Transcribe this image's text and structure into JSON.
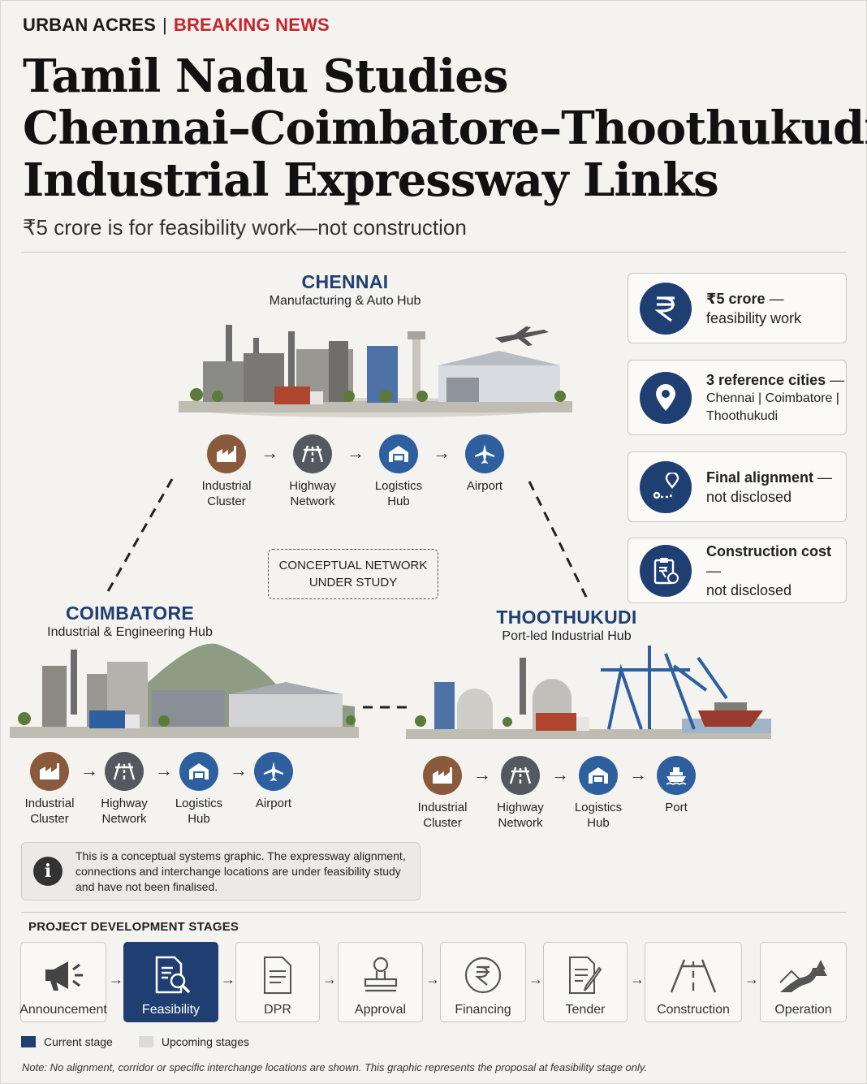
{
  "header": {
    "brand": "URBAN ACRES",
    "separator": "|",
    "breaking": "BREAKING NEWS",
    "headline_lines": [
      "Tamil Nadu Studies",
      "Chennai–Coimbatore–Thoothukudi",
      "Industrial Expressway Links"
    ],
    "dek": "₹5 crore is for feasibility work—not construction"
  },
  "cities": {
    "chennai": {
      "name": "CHENNAI",
      "sub": "Manufacturing & Auto Hub",
      "nodes": [
        {
          "label": "Industrial\nCluster",
          "icon": "factory-icon"
        },
        {
          "label": "Highway\nNetwork",
          "icon": "highway-icon"
        },
        {
          "label": "Logistics\nHub",
          "icon": "warehouse-icon"
        },
        {
          "label": "Airport",
          "icon": "airplane-icon"
        }
      ]
    },
    "coimbatore": {
      "name": "COIMBATORE",
      "sub": "Industrial & Engineering Hub",
      "nodes": [
        {
          "label": "Industrial\nCluster",
          "icon": "factory-icon"
        },
        {
          "label": "Highway\nNetwork",
          "icon": "highway-icon"
        },
        {
          "label": "Logistics\nHub",
          "icon": "warehouse-icon"
        },
        {
          "label": "Airport",
          "icon": "airplane-icon"
        }
      ]
    },
    "thoothukudi": {
      "name": "THOOTHUKUDI",
      "sub": "Port-led Industrial Hub",
      "nodes": [
        {
          "label": "Industrial\nCluster",
          "icon": "factory-icon"
        },
        {
          "label": "Highway\nNetwork",
          "icon": "highway-icon"
        },
        {
          "label": "Logistics\nHub",
          "icon": "warehouse-icon"
        },
        {
          "label": "Port",
          "icon": "ship-icon"
        }
      ]
    }
  },
  "arrow_glyph": "→",
  "concept_label": [
    "CONCEPTUAL NETWORK",
    "UNDER STUDY"
  ],
  "facts": [
    {
      "icon": "rupee-icon",
      "bold": "₹5 crore",
      "rest": " —",
      "line2": "feasibility work"
    },
    {
      "icon": "location-pin-icon",
      "bold": "3 reference cities",
      "rest": " —",
      "line2": "Chennai | Coimbatore |",
      "line3": "Thoothukudi"
    },
    {
      "icon": "route-icon",
      "bold": "Final alignment",
      "rest": " —",
      "line2": "not disclosed"
    },
    {
      "icon": "cost-document-icon",
      "bold": "Construction cost",
      "rest": " —",
      "line2": "not disclosed"
    }
  ],
  "info": {
    "icon_glyph": "i",
    "text": "This is a conceptual systems graphic. The expressway alignment, connections and interchange locations are under feasibility study and have not been finalised."
  },
  "stages": {
    "title": "PROJECT DEVELOPMENT STAGES",
    "items": [
      {
        "label": "Announcement",
        "icon": "megaphone-icon"
      },
      {
        "label": "Feasibility",
        "icon": "document-search-icon",
        "current": true
      },
      {
        "label": "DPR",
        "icon": "document-icon"
      },
      {
        "label": "Approval",
        "icon": "stamp-icon"
      },
      {
        "label": "Financing",
        "icon": "rupee-coin-icon"
      },
      {
        "label": "Tender",
        "icon": "document-pen-icon"
      },
      {
        "label": "Construction",
        "icon": "road-icon"
      },
      {
        "label": "Operation",
        "icon": "winding-road-icon"
      }
    ]
  },
  "legend": {
    "current": "Current stage",
    "upcoming": "Upcoming stages"
  },
  "note": "Note: No alignment, corridor or specific interchange locations are shown. This graphic represents the proposal at feasibility stage only.",
  "colors": {
    "navy": "#1f3f72",
    "accent_red": "#c8232c",
    "factory_brown": "#8a5a3c",
    "highway_gray": "#55585e",
    "logistics_blue": "#2e5f9e",
    "background": "#f4f3ef"
  }
}
